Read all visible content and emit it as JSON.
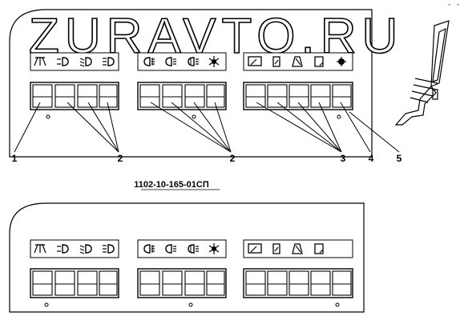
{
  "watermark": "ZURAVTO.RU",
  "corner_mark": "- -",
  "part_number": "1102-10-165-01СП",
  "callouts": [
    {
      "label": "1"
    },
    {
      "label": "2"
    },
    {
      "label": "2"
    },
    {
      "label": "3"
    },
    {
      "label": "4"
    },
    {
      "label": "5"
    }
  ],
  "panels": [
    {
      "name": "panel-top",
      "groups": [
        {
          "icons": [
            "interior-light-icon",
            "side-light-icon",
            "low-beam-icon",
            "high-beam-icon"
          ]
        },
        {
          "icons": [
            "front-fog-light-icon",
            "fog-light-icon",
            "rear-fog-light-icon",
            "work-light-icon"
          ]
        },
        {
          "icons": [
            "windshield-wiper-icon",
            "side-window-icon",
            "roof-hatch-icon",
            "rear-window-icon",
            "heater-icon"
          ]
        }
      ]
    },
    {
      "name": "panel-bottom",
      "groups": [
        {
          "icons": [
            "interior-light-icon",
            "side-light-icon",
            "low-beam-icon",
            "high-beam-icon"
          ]
        },
        {
          "icons": [
            "front-fog-light-icon",
            "fog-light-icon",
            "rear-fog-light-icon",
            "work-light-icon"
          ]
        },
        {
          "icons": [
            "windshield-wiper-icon",
            "side-window-icon",
            "roof-hatch-icon",
            "rear-window-icon"
          ]
        }
      ]
    }
  ]
}
